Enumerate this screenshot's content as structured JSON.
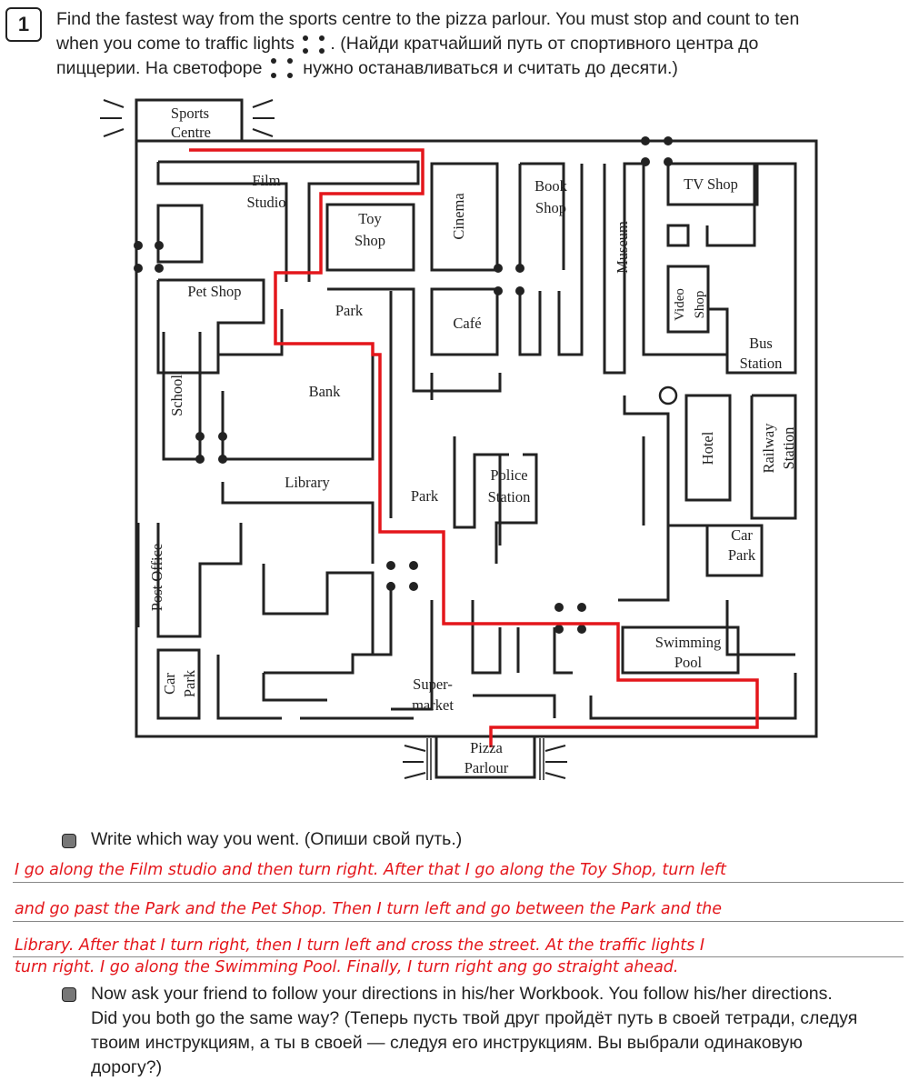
{
  "exercise": {
    "number": "1",
    "line1": "Find the fastest way from the sports centre to the pizza parlour. You must stop and count to ten",
    "line2_a": "when you come to traffic lights",
    "line2_b": ". (Найди кратчайший путь от спортивного центра до",
    "line3_a": "пиццерии. На светофоре",
    "line3_b": "нужно останавливаться и считать до десяти.)"
  },
  "map": {
    "labels": {
      "sports_centre": [
        "Sports",
        "Centre"
      ],
      "film_studio": [
        "Film",
        "Studio"
      ],
      "toy_shop": [
        "Toy",
        "Shop"
      ],
      "cinema": "Cinema",
      "book_shop": [
        "Book",
        "Shop"
      ],
      "museum": "Museum",
      "tv_shop": "TV Shop",
      "video_shop": [
        "Video",
        "Shop"
      ],
      "bus_station": [
        "Bus",
        "Station"
      ],
      "pet_shop": "Pet Shop",
      "park_top": "Park",
      "cafe": "Café",
      "school": "School",
      "bank": "Bank",
      "hotel": "Hotel",
      "railway_station": [
        "Railway",
        "Station"
      ],
      "library": "Library",
      "park_mid": "Park",
      "police_station": [
        "Police",
        "Station"
      ],
      "car_park_right": [
        "Car",
        "Park"
      ],
      "post_office": "Post Office",
      "swimming_pool": [
        "Swimming",
        "Pool"
      ],
      "car_park_left": [
        "Car",
        "Park"
      ],
      "supermarket": [
        "Super-",
        "market"
      ],
      "pizza_parlour": [
        "Pizza",
        "Parlour"
      ]
    },
    "route_color": "#e4161b"
  },
  "write": {
    "prompt": "Write which way you went. (Опиши свой путь.)",
    "answer_lines": [
      "I go along the Film studio and then turn right. After that I go along the Toy Shop, turn left",
      "and go past the Park and the Pet Shop. Then I turn left and go between the Park and the",
      "Library. After that I turn right, then I turn left and cross the street. At the traffic lights I",
      "turn right. I go along the Swimming Pool. Finally, I turn right ang go straight ahead."
    ],
    "answer_color": "#e4161b"
  },
  "follow": {
    "line1": "Now ask your friend to follow your directions in his/her Workbook. You follow his/her directions.",
    "line2": "Did you both go the same way? (Теперь пусть твой друг пройдёт путь в своей тетради, следуя",
    "line3": "твоим инструкциям, а ты в своей — следуя его инструкциям. Вы выбрали одинаковую",
    "line4": "дорогу?)"
  }
}
